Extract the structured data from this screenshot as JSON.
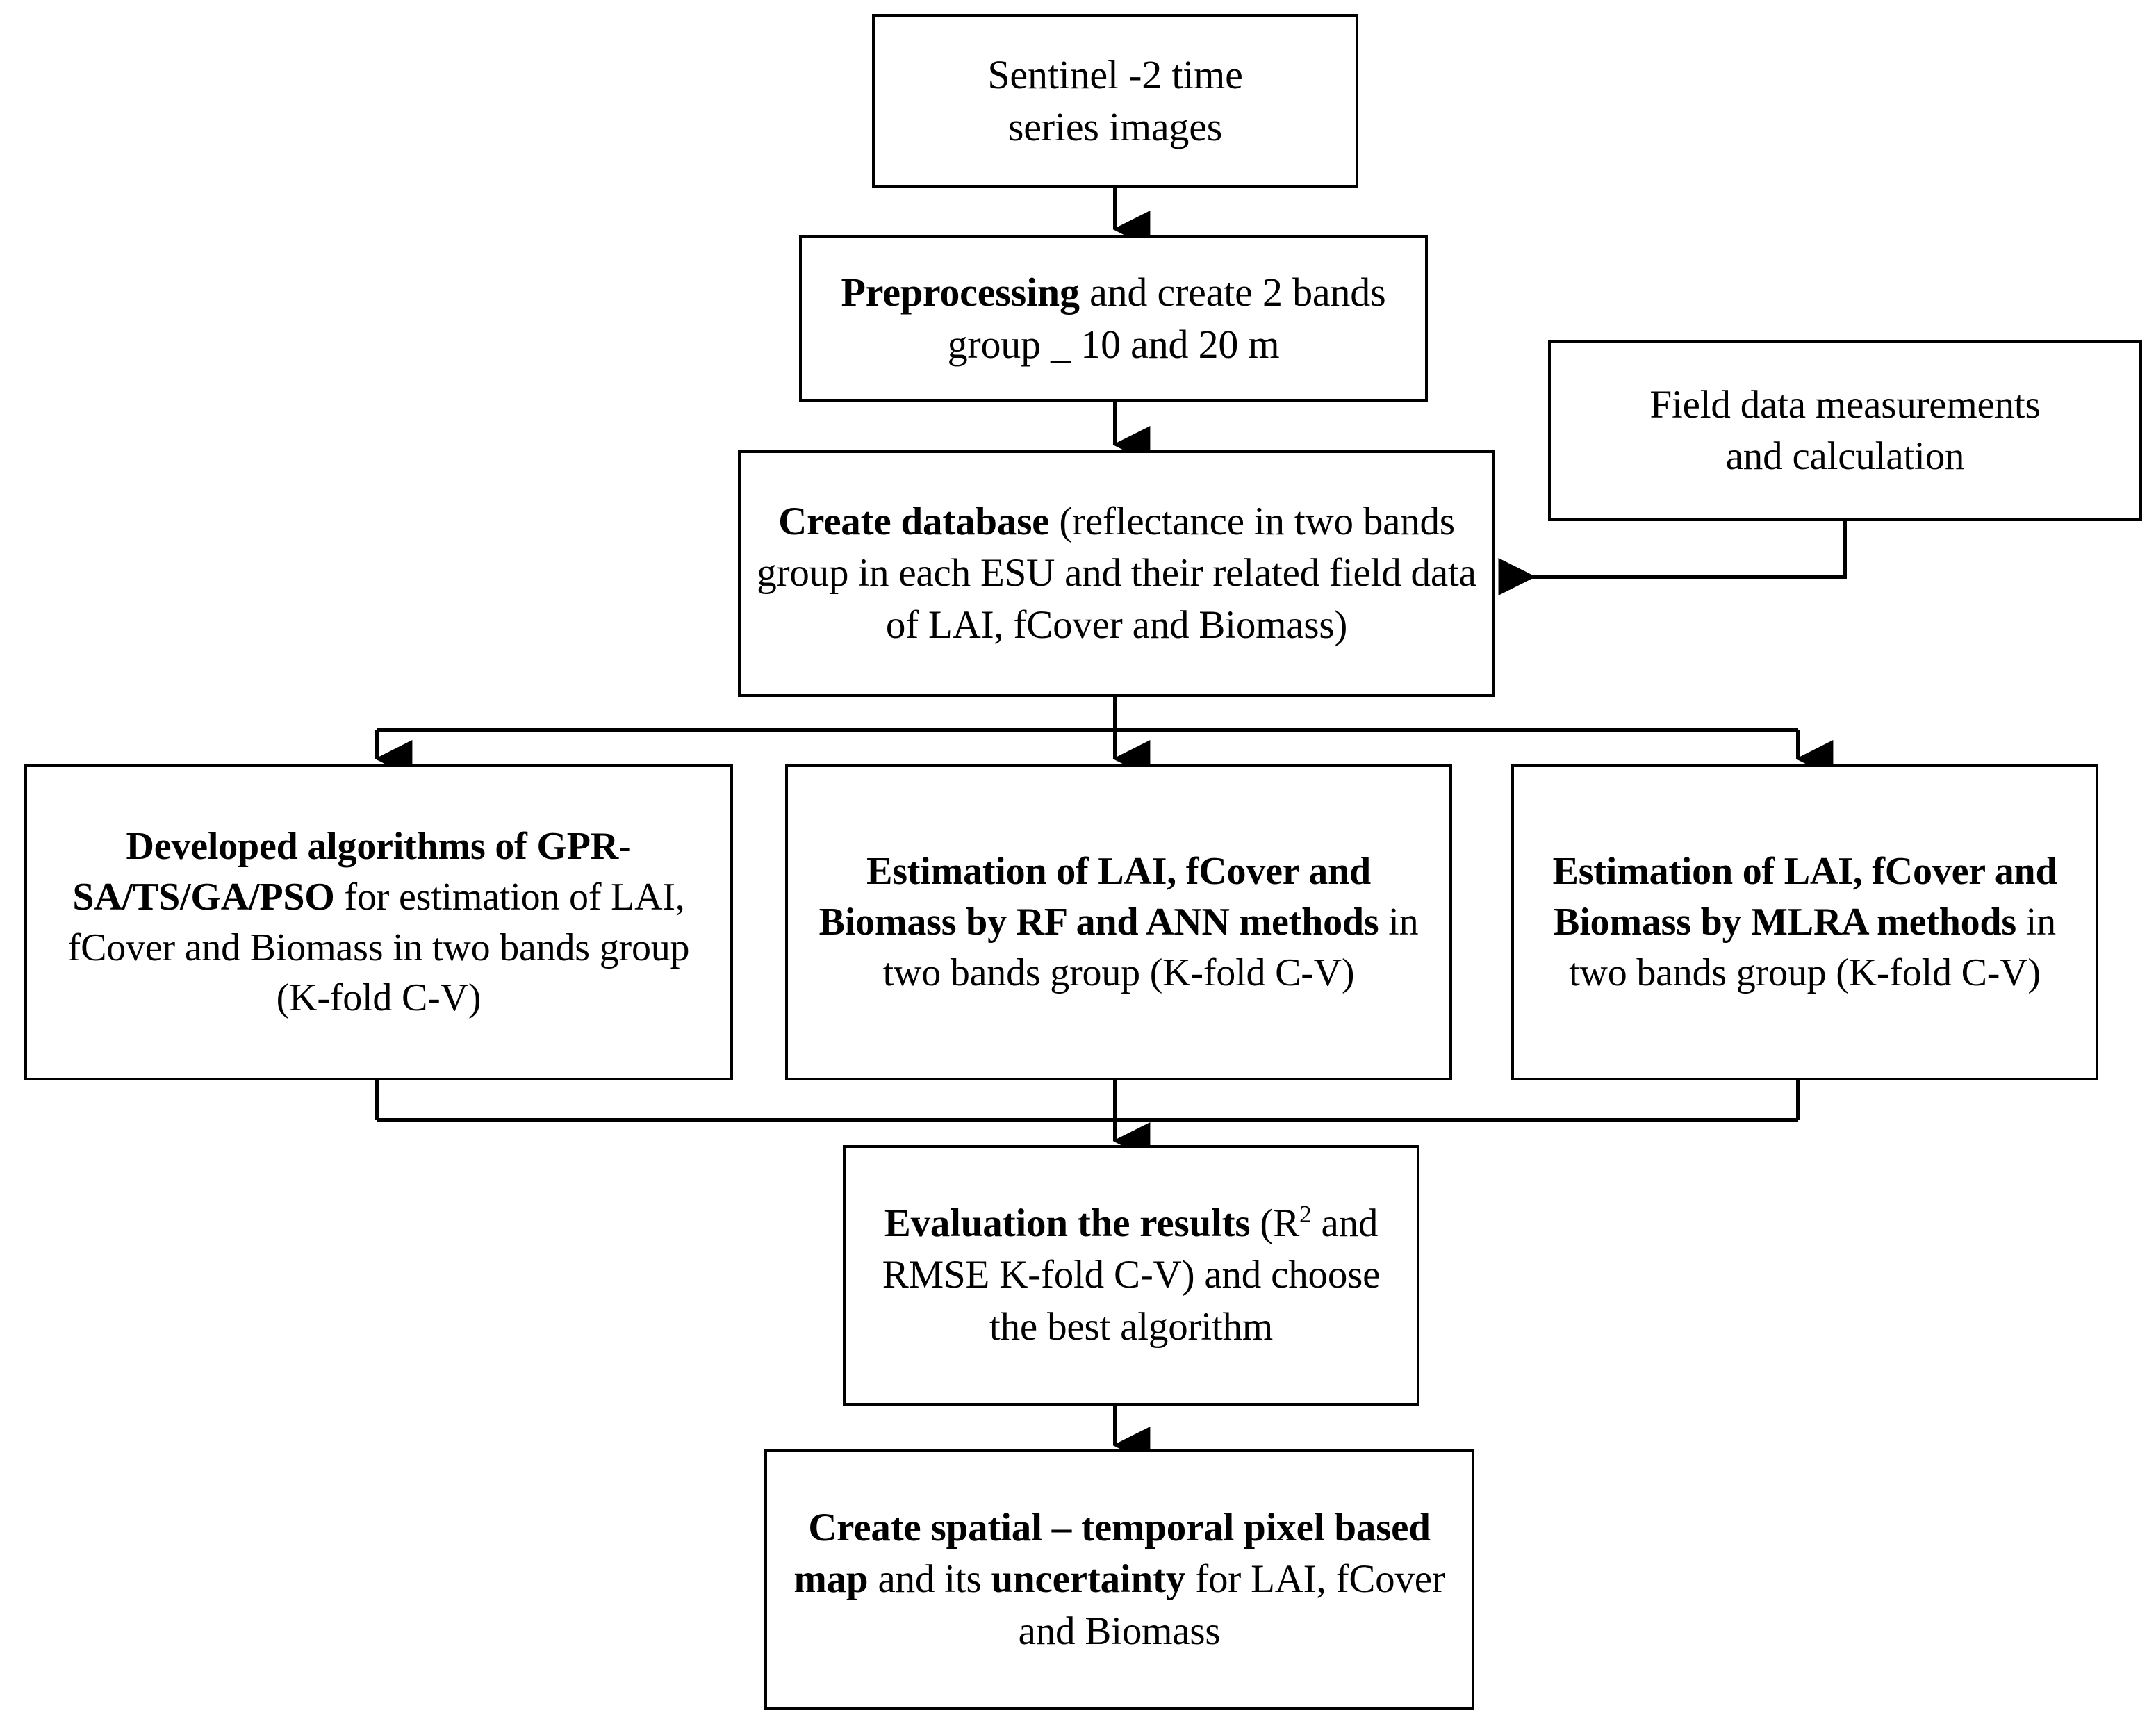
{
  "diagram": {
    "type": "flowchart",
    "title": "Sentinel-2 LAI / fCover / Biomass estimation workflow",
    "colors": {
      "background": "#ffffff",
      "stroke": "#000000",
      "node_fill": "#ffffff",
      "text": "#000000"
    },
    "nodes": [
      {
        "id": "sentinel",
        "plain_text": "Sentinel -2 time series images",
        "line1_normal": "Sentinel -2 time",
        "line2_normal": "series images"
      },
      {
        "id": "preprocess",
        "plain_text": "Preprocessing and create 2 bands group _ 10 and 20 m",
        "bold_lead": "Preprocessing",
        "rest": " and create 2 bands group _ 10 and 20 m"
      },
      {
        "id": "database",
        "plain_text": "Create database (reflectance in two bands group in each ESU and their related field data of LAI, fCover and Biomass)",
        "bold_lead": "Create database",
        "rest": " (reflectance in two bands group in each ESU and their related field data of LAI, fCover and Biomass)"
      },
      {
        "id": "field",
        "plain_text": "Field data measurements and calculation",
        "line1_normal": "Field data measurements",
        "line2_normal": "and calculation"
      },
      {
        "id": "gpr",
        "plain_text": "Developed algorithms of GPR-SA/TS/GA/PSO for estimation of LAI, fCover and Biomass in two bands group (K-fold C-V)",
        "bold_lead": "Developed algorithms of GPR-SA/TS/GA/PSO",
        "rest": " for estimation of LAI, fCover and Biomass in two bands group (K-fold C-V)"
      },
      {
        "id": "rfann",
        "plain_text": "Estimation of LAI, fCover and Biomass by RF and ANN methods in two bands group (K-fold C-V)",
        "bold_lead": "Estimation of LAI, fCover and Biomass by RF and ANN methods",
        "rest": " in two bands group (K-fold C-V)"
      },
      {
        "id": "mlra",
        "plain_text": "Estimation of LAI, fCover and Biomass by MLRA methods in two bands group (K-fold C-V)",
        "bold_lead": "Estimation of LAI, fCover and Biomass by MLRA methods",
        "rest": " in two bands group (K-fold C-V)"
      },
      {
        "id": "eval",
        "plain_text": "Evaluation the results (R2 and RMSE K-fold C-V) and choose the best algorithm",
        "bold_lead": "Evaluation the results",
        "rest_a": " (R",
        "superscript": "2",
        "rest_b": " and RMSE K-fold C-V) and choose the best algorithm"
      },
      {
        "id": "map",
        "plain_text": "Create spatial – temporal pixel based map and its uncertainty for LAI, fCover and Biomass",
        "bold_lead": "Create spatial – temporal pixel based map",
        "mid": " and its ",
        "bold_mid": "uncertainty",
        "rest": " for LAI, fCover and Biomass"
      }
    ],
    "edges": [
      {
        "from": "sentinel",
        "to": "preprocess",
        "style": "arrow-down"
      },
      {
        "from": "preprocess",
        "to": "database",
        "style": "arrow-down"
      },
      {
        "from": "field",
        "to": "database",
        "style": "elbow-arrow-left"
      },
      {
        "from": "database",
        "to": "gpr",
        "style": "bus-split-arrow-down"
      },
      {
        "from": "database",
        "to": "rfann",
        "style": "bus-split-arrow-down"
      },
      {
        "from": "database",
        "to": "mlra",
        "style": "bus-split-arrow-down"
      },
      {
        "from": "gpr",
        "to": "eval",
        "style": "bus-merge-arrow-down"
      },
      {
        "from": "rfann",
        "to": "eval",
        "style": "bus-merge-arrow-down"
      },
      {
        "from": "mlra",
        "to": "eval",
        "style": "bus-merge-arrow-down"
      },
      {
        "from": "eval",
        "to": "map",
        "style": "arrow-down"
      }
    ]
  }
}
